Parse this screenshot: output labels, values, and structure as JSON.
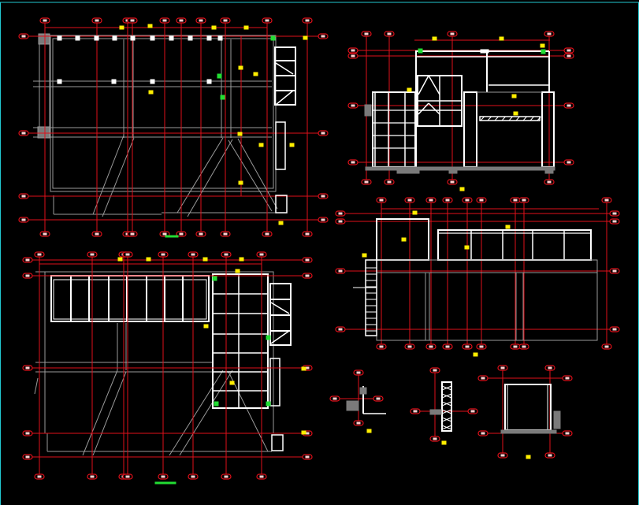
{
  "colors": {
    "background": "#000000",
    "frame": "#22c8d0",
    "grid_line": "#e0101a",
    "structure": "#ffffff",
    "outline": "#9a9a9a",
    "tag": "#ffee00",
    "node": "#22dd33",
    "hatch": "#7a7a7a"
  },
  "views": [
    {
      "id": "plan-upper"
    },
    {
      "id": "plan-lower"
    },
    {
      "id": "elevation-upper"
    },
    {
      "id": "elevation-lower"
    },
    {
      "id": "detail-1"
    },
    {
      "id": "detail-2"
    },
    {
      "id": "detail-3"
    }
  ]
}
